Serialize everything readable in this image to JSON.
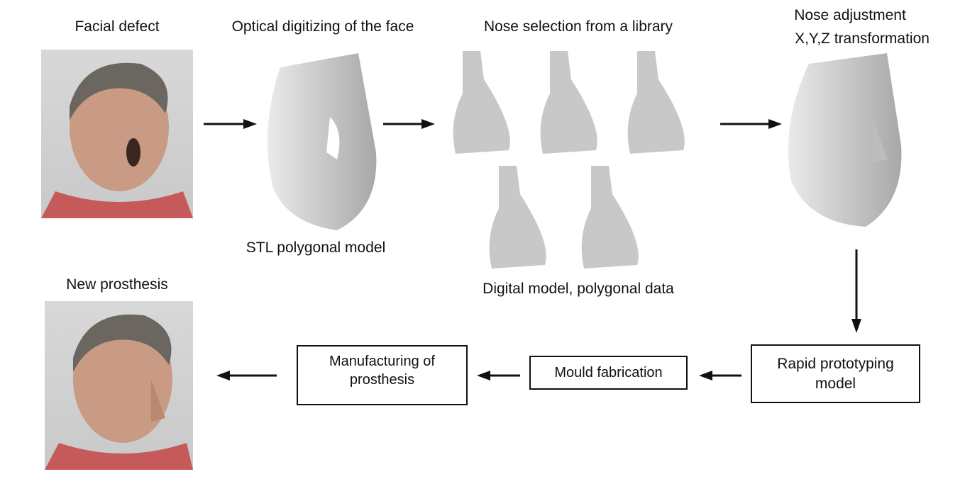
{
  "steps": {
    "facial_defect": "Facial defect",
    "optical_digitizing": "Optical digitizing of the face",
    "stl_model": "STL polygonal model",
    "nose_selection": "Nose selection from a library",
    "digital_model": "Digital model, polygonal data",
    "nose_adjustment_line1": "Nose adjustment",
    "nose_adjustment_line2": "X,Y,Z transformation",
    "rapid_prototyping": "Rapid prototyping model",
    "mould_fabrication": "Mould fabrication",
    "manufacturing": "Manufacturing of prosthesis",
    "new_prosthesis": "New prosthesis"
  }
}
